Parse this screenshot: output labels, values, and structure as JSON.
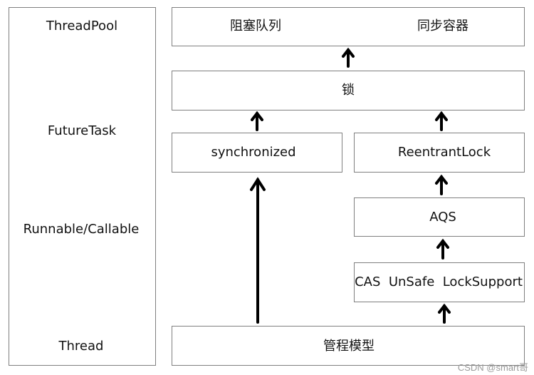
{
  "left_column": {
    "threadpool": "ThreadPool",
    "futuretask": "FutureTask",
    "runnable": "Runnable/Callable",
    "thread": "Thread"
  },
  "top_box": {
    "blocking_queue": "阻塞队列",
    "sync_container": "同步容器"
  },
  "lock_box": "锁",
  "synchronized_box": "synchronized",
  "reentrantlock_box": "ReentrantLock",
  "aqs_box": "AQS",
  "cas_box": "CAS  UnSafe  LockSupport",
  "monitor_box": "管程模型",
  "watermark": "CSDN @smart哥"
}
